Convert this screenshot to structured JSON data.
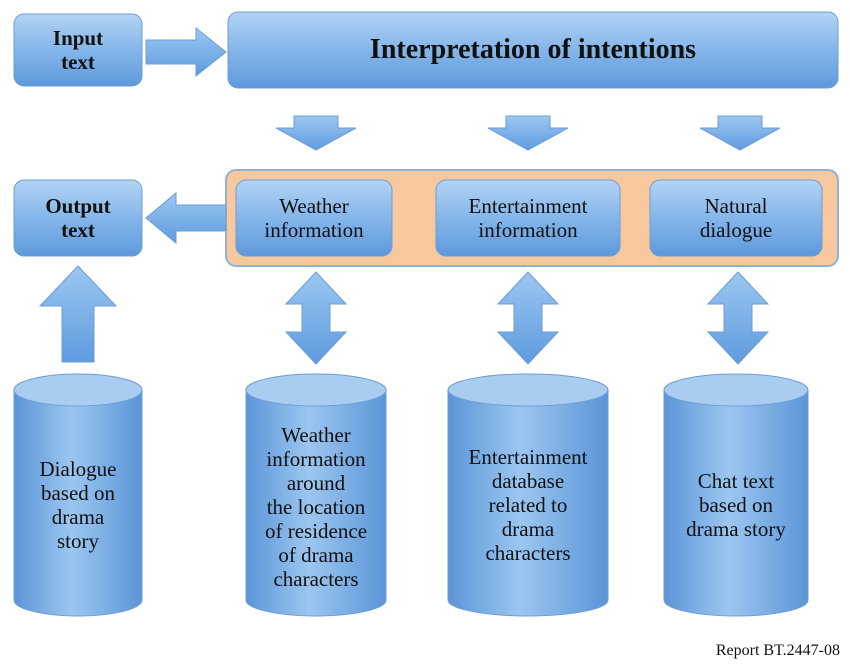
{
  "input_box": {
    "label": "Input\ntext"
  },
  "interpretation_box": {
    "label": "Interpretation of intentions"
  },
  "output_box": {
    "label": "Output\ntext"
  },
  "modules": [
    {
      "label": "Weather\ninformation"
    },
    {
      "label": "Entertainment\ninformation"
    },
    {
      "label": "Natural\ndialogue"
    }
  ],
  "databases": [
    {
      "label": "Dialogue\nbased on\ndrama\nstory"
    },
    {
      "label": "Weather\ninformation\naround\nthe location\nof residence\nof drama\ncharacters"
    },
    {
      "label": "Entertainment\ndatabase\nrelated to\ndrama\ncharacters"
    },
    {
      "label": "Chat text\nbased on\ndrama story"
    }
  ],
  "footer": {
    "label": "Report BT.2447-08"
  },
  "colors": {
    "box_top": "#a9cdf1",
    "box_bottom": "#5f9ade",
    "box_border": "#6d9dd3",
    "group_fill": "#f7c89e",
    "group_border": "#8fb1d8",
    "arrow": "#7db1e9"
  }
}
